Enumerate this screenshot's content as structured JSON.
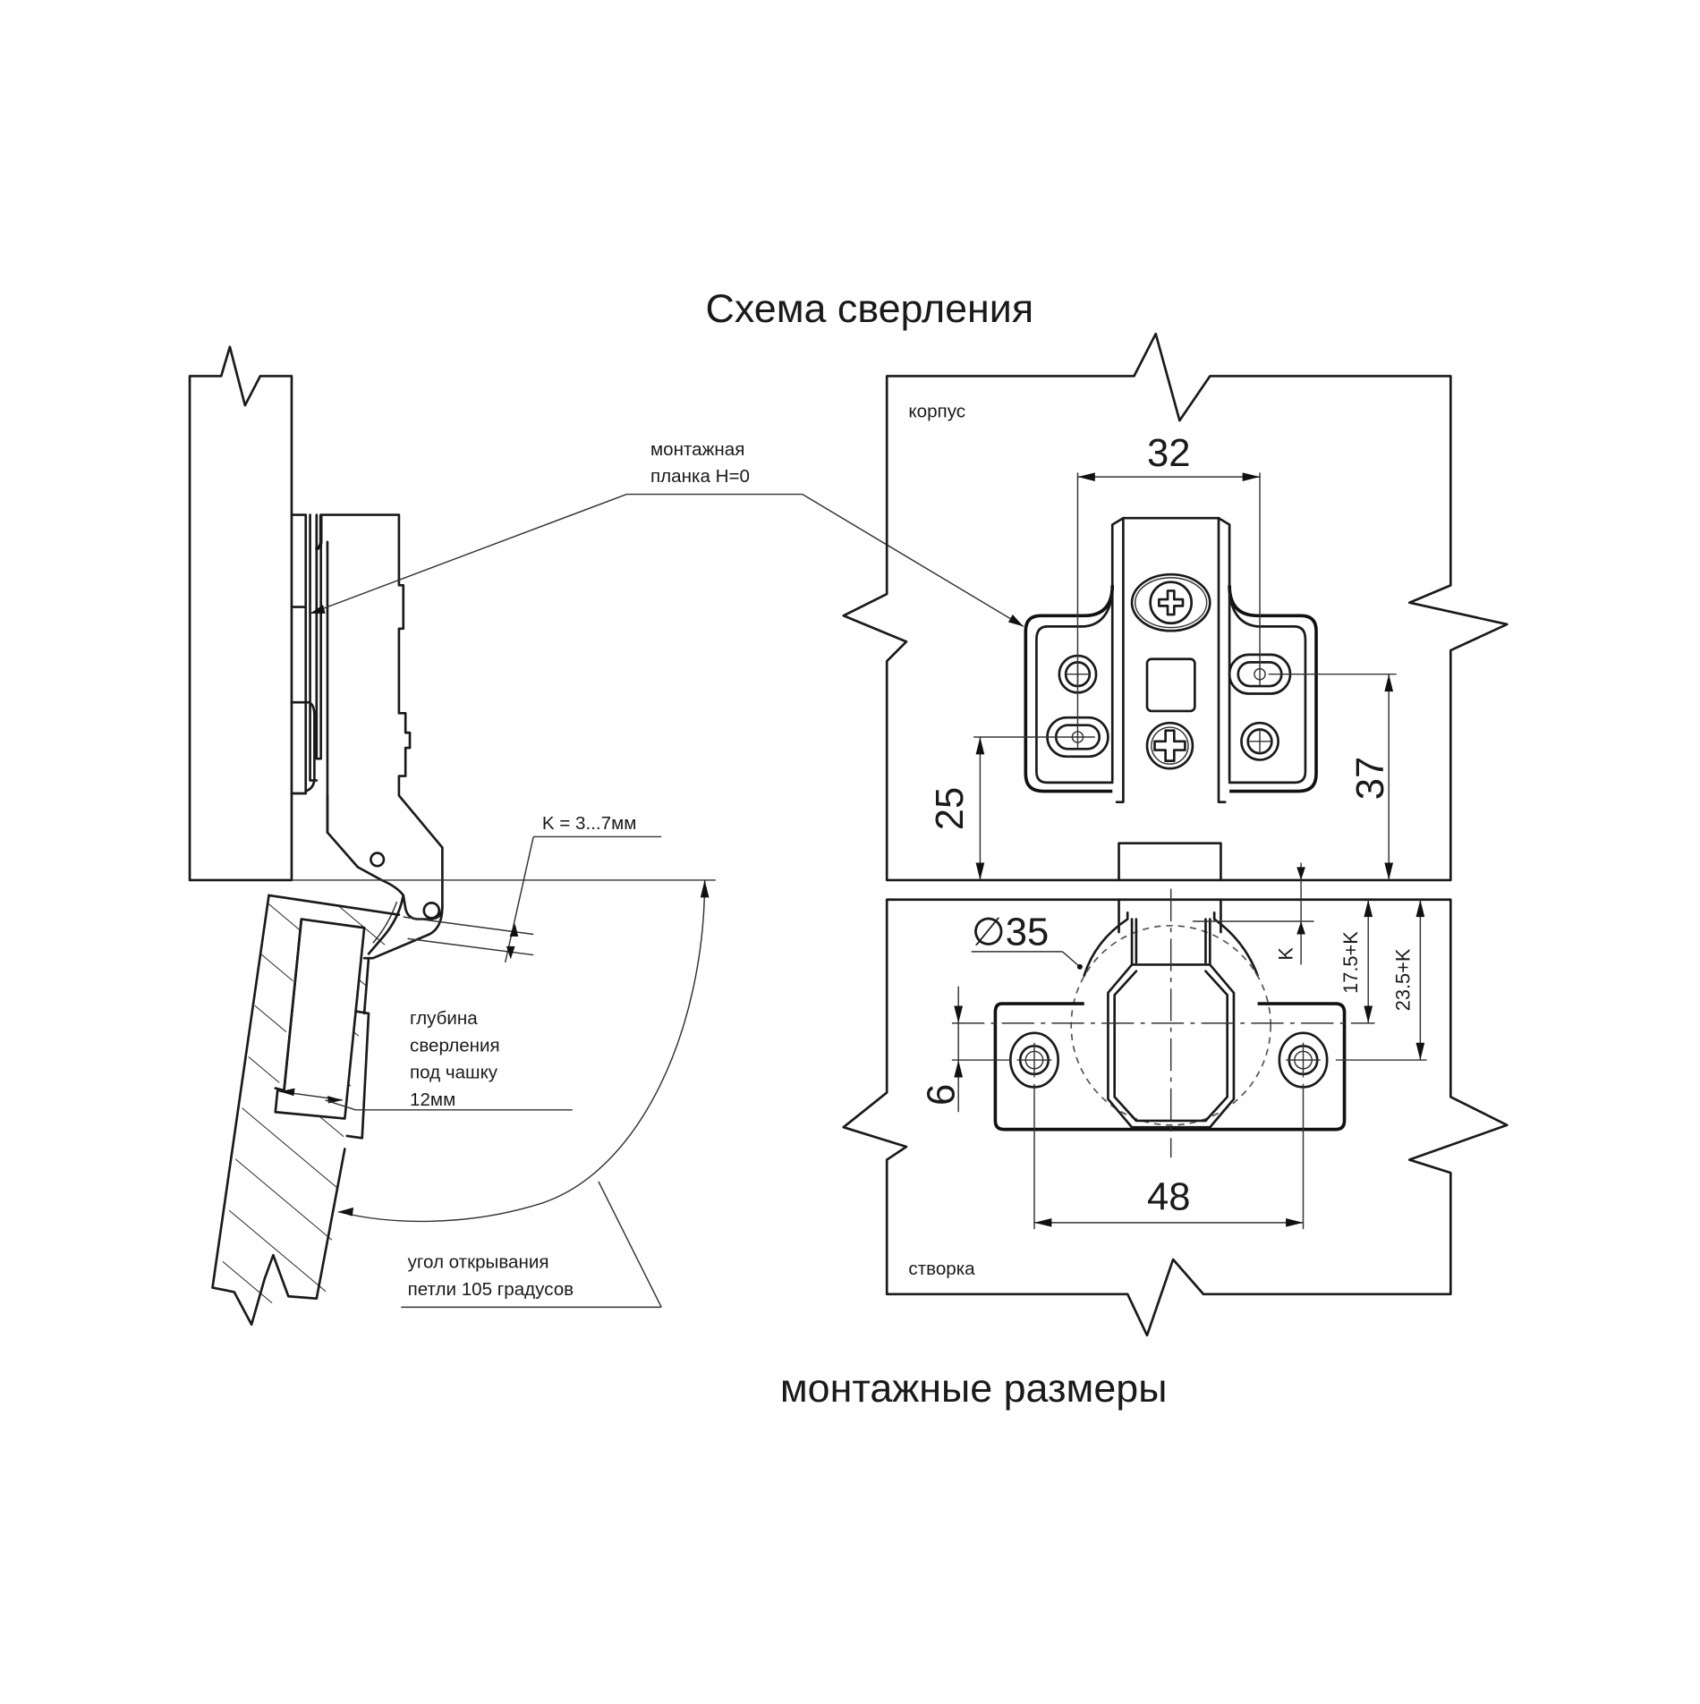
{
  "titles": {
    "top": "Схема сверления",
    "bottom": "монтажные размеры"
  },
  "left_view": {
    "mounting_plate_label": [
      "монтажная",
      "планка H=0"
    ],
    "k_label": "K = 3...7мм",
    "depth_label": [
      "глубина",
      "сверления",
      "под чашку",
      "12мм"
    ],
    "angle_label": [
      "угол открывания",
      "петли 105 градусов"
    ]
  },
  "right_view": {
    "cabinet_label": "корпус",
    "door_label": "створка",
    "dimensions": {
      "plate_hole_spacing": "32",
      "plate_lower_hole_height": "25",
      "plate_upper_hole_height": "37",
      "cup_diameter": "∅35",
      "door_gap": "K",
      "cup_center_offset": "17.5+K",
      "screw_line_offset": "23.5+K",
      "cup_to_screw_offset": "6",
      "cup_screw_spacing": "48"
    }
  },
  "colors": {
    "line": "#1a1a1a",
    "background": "#ffffff"
  }
}
